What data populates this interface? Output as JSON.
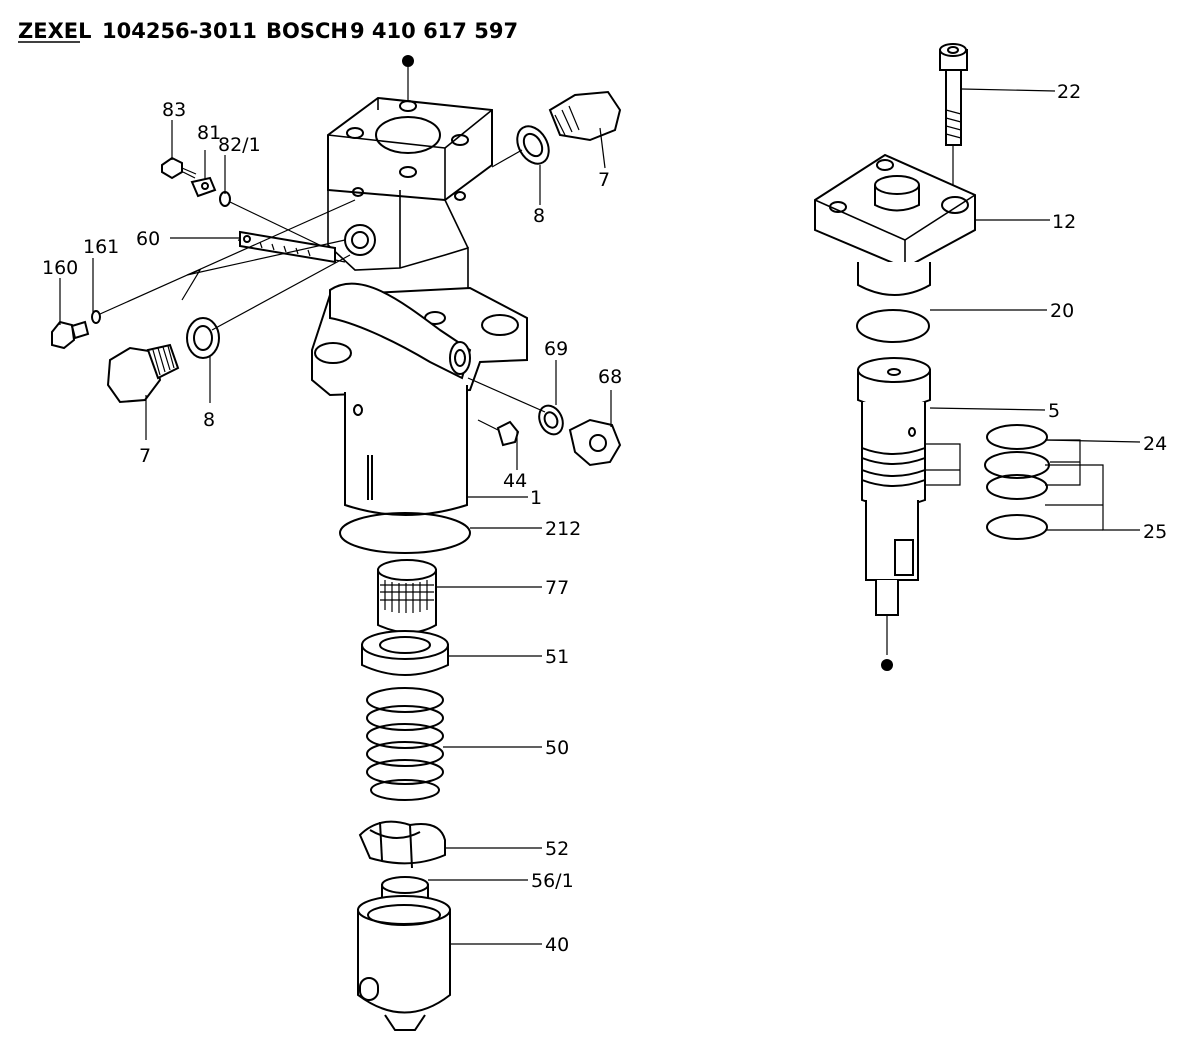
{
  "header": {
    "brand1": "ZEXEL",
    "part1": "104256-3011",
    "brand2": "BOSCH",
    "part2": "9 410 617 597"
  },
  "labels": {
    "l83": "83",
    "l81": "81",
    "l82_1": "82/1",
    "l60": "60",
    "l161": "161",
    "l160": "160",
    "l7_left": "7",
    "l8_left": "8",
    "l8_top": "8",
    "l7_top": "7",
    "l69": "69",
    "l68": "68",
    "l44": "44",
    "l1": "1",
    "l212": "212",
    "l77": "77",
    "l51": "51",
    "l50": "50",
    "l52": "52",
    "l56_1": "56/1",
    "l40": "40",
    "l22": "22",
    "l12": "12",
    "l20": "20",
    "l5": "5",
    "l24": "24",
    "l25": "25"
  }
}
